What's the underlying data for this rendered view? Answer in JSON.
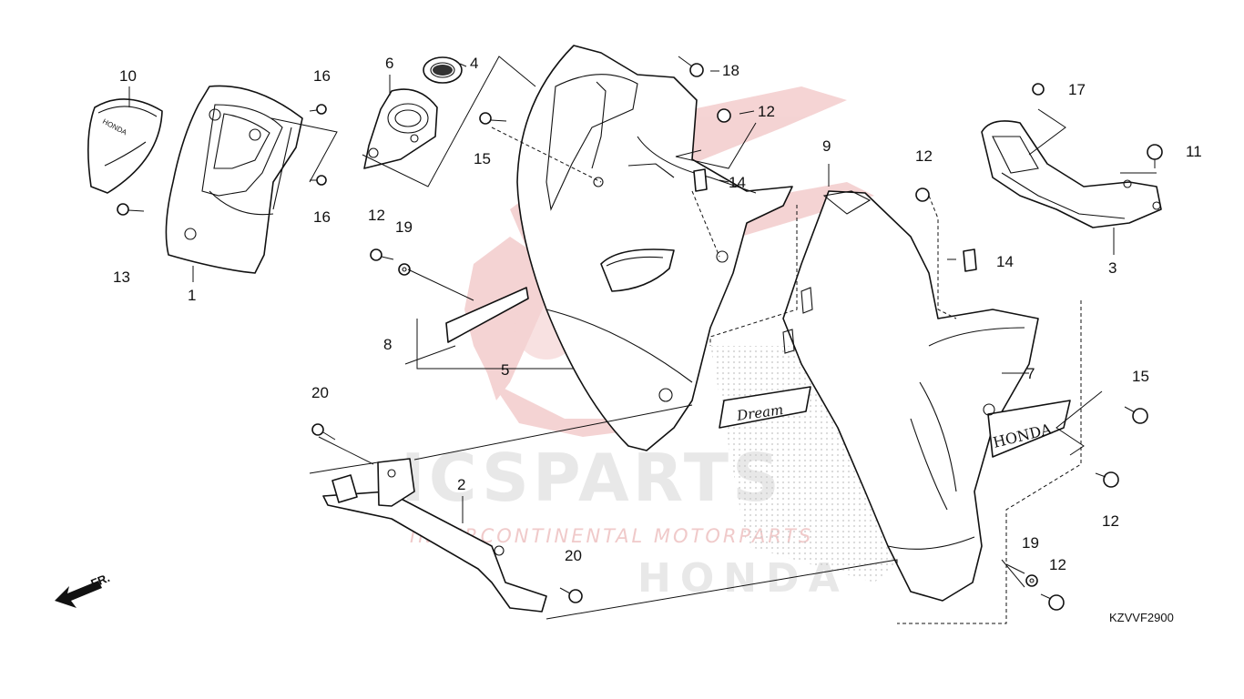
{
  "watermark": {
    "brand": "ICSPARTS",
    "tagline": "INTERCONTINENTAL MOTORPARTS",
    "maker": "HONDA",
    "color": "#f2c9c9"
  },
  "part_labels": {
    "p1": "1",
    "p2": "2",
    "p3": "3",
    "p4": "4",
    "p5": "5",
    "p6": "6",
    "p7": "7",
    "p8": "8",
    "p9": "9",
    "p10": "10",
    "p11": "11",
    "p12a": "12",
    "p12b": "12",
    "p12c": "12",
    "p12d": "12",
    "p12e": "12",
    "p13": "13",
    "p14a": "14",
    "p14b": "14",
    "p15a": "15",
    "p15b": "15",
    "p16a": "16",
    "p16b": "16",
    "p17": "17",
    "p18": "18",
    "p19a": "19",
    "p19b": "19",
    "p20a": "20",
    "p20b": "20"
  },
  "emblems": {
    "honda": "HONDA",
    "model": "Dream"
  },
  "direction": {
    "label": "FR."
  },
  "diagram_code": "KZVVF2900"
}
